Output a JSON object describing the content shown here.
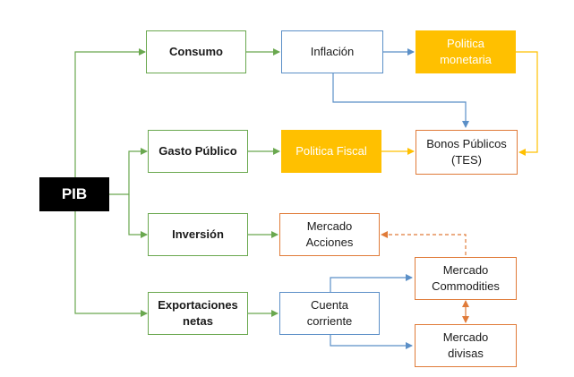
{
  "nodes": {
    "pib": "PIB",
    "consumo": "Consumo",
    "gasto": "Gasto Público",
    "inversion": "Inversión",
    "exportaciones": "Exportaciones\nnetas",
    "inflacion": "Inflación",
    "politica_monetaria": "Politica\nmonetaria",
    "politica_fiscal": "Politica Fiscal",
    "bonos": "Bonos Públicos\n(TES)",
    "mercado_acciones": "Mercado\nAcciones",
    "mercado_commodities": "Mercado\nCommodities",
    "cuenta_corriente": "Cuenta\ncorriente",
    "mercado_divisas": "Mercado\ndivisas"
  },
  "colors": {
    "green": "#6aa84f",
    "blue": "#5b8fc7",
    "orange": "#e07b39",
    "gold": "#ffc000",
    "black": "#000000"
  }
}
